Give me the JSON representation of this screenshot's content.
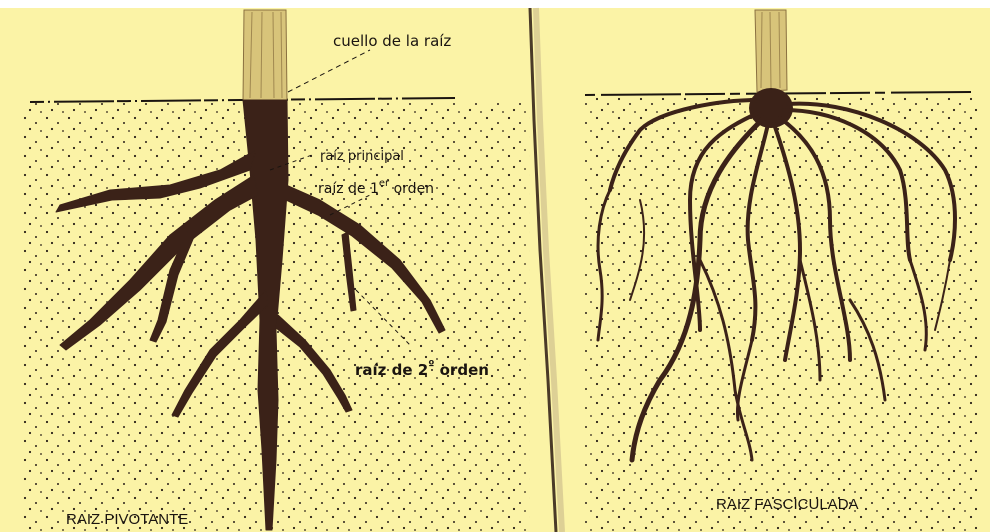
{
  "colors": {
    "paper": "#fbf3a6",
    "root": "#3b2218",
    "stem": "#d8c47a",
    "ink": "#1a1410",
    "dots": "#2a2018"
  },
  "left": {
    "caption": "RAIZ PIVOTANTE",
    "labels": {
      "cuello": "cuello de la raíz",
      "principal": "raíz principal",
      "primer_orden_a": "raíz de 1",
      "primer_orden_sup": "er",
      "primer_orden_b": " orden",
      "segundo_orden_a": "raíz de 2",
      "segundo_orden_sup": "º",
      "segundo_orden_b": " orden"
    }
  },
  "right": {
    "caption": "RAIZ FASCICULADA"
  }
}
